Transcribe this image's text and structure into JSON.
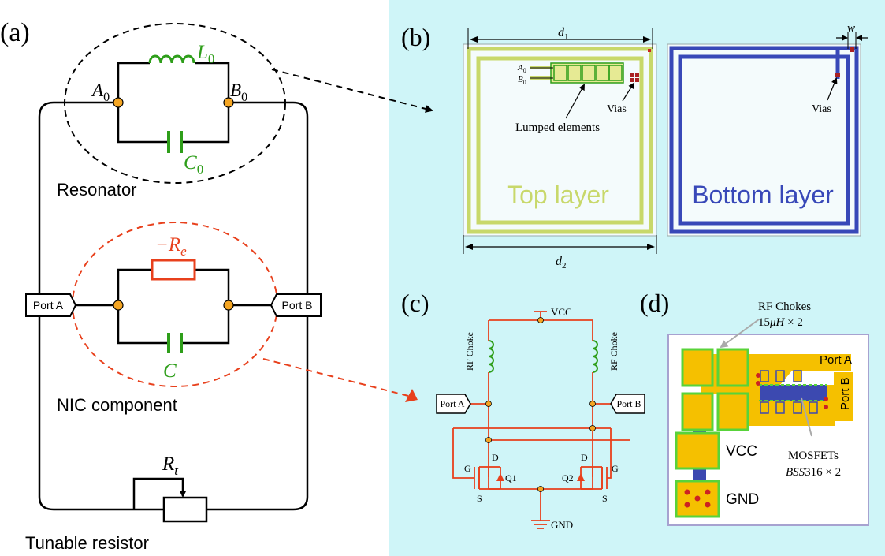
{
  "panels": {
    "a": "(a)",
    "b": "(b)",
    "c": "(c)",
    "d": "(d)"
  },
  "circuit_a": {
    "L0_symbol": "L",
    "L0_sub": "0",
    "C0_symbol": "C",
    "C0_sub": "0",
    "A0_symbol": "A",
    "A0_sub": "0",
    "B0_symbol": "B",
    "B0_sub": "0",
    "resonator_label": "Resonator",
    "neg_re": "−R",
    "neg_re_sub": "e",
    "C_label": "C",
    "nic_label": "NIC component",
    "rt_symbol": "R",
    "rt_sub": "t",
    "tunable_label": "Tunable resistor",
    "port_a": "Port A",
    "port_b": "Port B"
  },
  "layout_b": {
    "d1_symbol": "d",
    "d1_sub": "1",
    "d2_symbol": "d",
    "d2_sub": "2",
    "w_symbol": "w",
    "a0_symbol": "A",
    "a0_sub": "0",
    "b0_symbol": "B",
    "b0_sub": "0",
    "lumped_label": "Lumped elements",
    "vias_label": "Vias",
    "vias_label_bottom": "Vias",
    "top_layer": "Top layer",
    "bottom_layer": "Bottom layer"
  },
  "circuit_c": {
    "vcc": "VCC",
    "gnd": "GND",
    "rf_choke_left": "RF Choke",
    "rf_choke_right": "RF Choke",
    "port_a": "Port A",
    "port_b": "Port B",
    "g_left": "G",
    "d_left": "D",
    "s_left": "S",
    "q1": "Q1",
    "g_right": "G",
    "d_right": "D",
    "s_right": "S",
    "q2": "Q2"
  },
  "pcb_d": {
    "rf_chokes_title": "RF Chokes",
    "rf_chokes_value": "15",
    "rf_chokes_unit": "μH",
    "rf_chokes_mult": " × 2",
    "port_a": "Port A",
    "port_b": "Port B",
    "vcc": "VCC",
    "gnd": "GND",
    "mosfets_title": "MOSFETs",
    "mosfets_part": "BSS",
    "mosfets_num": "316",
    "mosfets_mult": " × 2"
  },
  "colors": {
    "green": "#2e9e1a",
    "orange_red": "#e8401c",
    "node_orange": "#f5a623",
    "cyan_bg": "#cff5f8",
    "top_trace": "#c8d86a",
    "bottom_trace": "#3848b8",
    "pad_yellow": "#f5c000",
    "pcb_green": "#58d33a"
  }
}
